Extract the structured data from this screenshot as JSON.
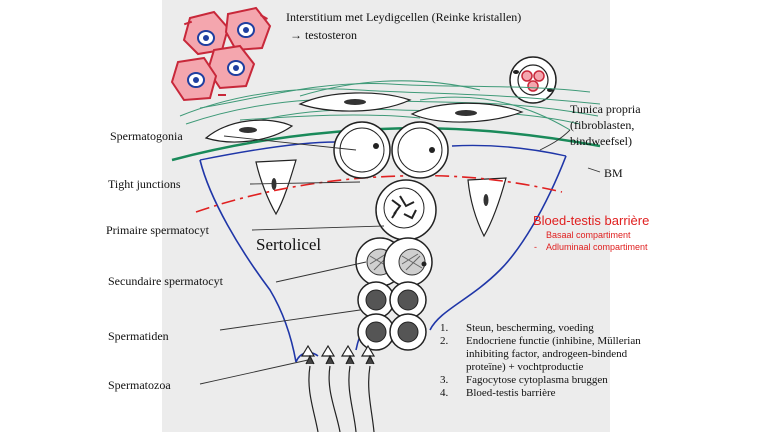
{
  "header": {
    "interstitium_line1": "Interstitium met Leydigcellen (Reinke kristallen)",
    "interstitium_line2": "→ testosteron"
  },
  "right_labels": {
    "tunica_line1": "Tunica propria",
    "tunica_line2": "(fibroblasten,",
    "tunica_line3": "bindweefsel)",
    "bm": "BM"
  },
  "barrier": {
    "title": "Bloed-testis barrière",
    "sub1": "Basaal compartiment",
    "sub2": "Adluminaal compartiment",
    "sub2_prefix": "-"
  },
  "left_labels": {
    "spermatogonia": "Spermatogonia",
    "tight_junctions": "Tight junctions",
    "primaire": "Primaire spermatocyt",
    "sertolicel": "Sertolicel",
    "secundaire": "Secundaire spermatocyt",
    "spermatiden": "Spermatiden",
    "spermatozoa": "Spermatozoa"
  },
  "functions": [
    {
      "num": "1.",
      "text": "Steun, bescherming, voeding"
    },
    {
      "num": "2.",
      "text": "Endocriene functie (inhibine, Müllerian inhibiting factor, androgeen-bindend proteïne) + vochtproductie"
    },
    {
      "num": "3.",
      "text": "Fagocytose cytoplasma bruggen"
    },
    {
      "num": "4.",
      "text": "Bloed-testis barrière"
    }
  ],
  "colors": {
    "panel": "#ececec",
    "leydig": "#e84c5c",
    "nucleus": "#2a56b8",
    "sertoli_outline": "#1f36a8",
    "basement_membrane": "#1a8a5a",
    "barrier": "#e02020",
    "fibers": "#3f9a78"
  }
}
